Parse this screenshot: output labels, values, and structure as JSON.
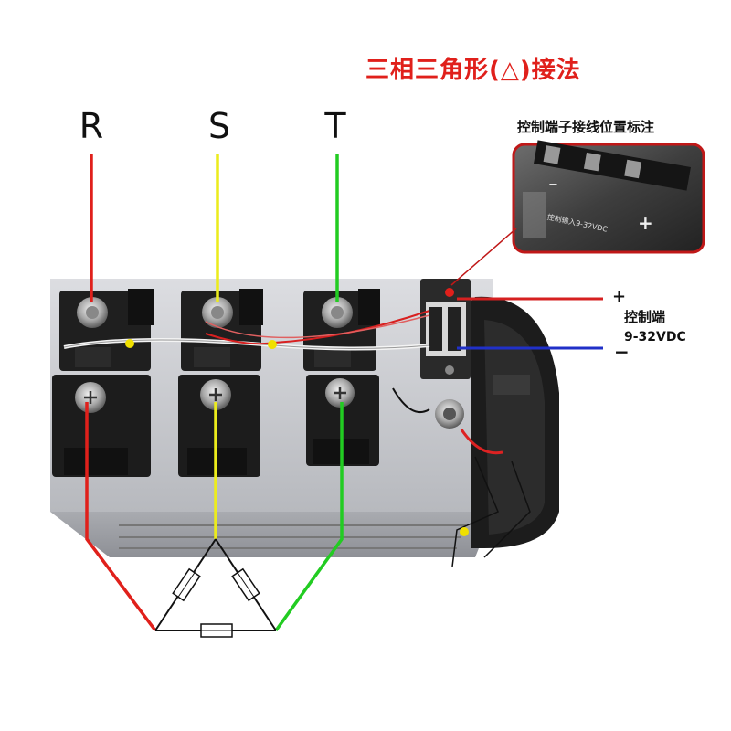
{
  "title": "三相三角形(△)接法",
  "phases": {
    "r": "R",
    "s": "S",
    "t": "T"
  },
  "callout": {
    "label": "控制端子接线位置标注",
    "inset_text": "控制输入9-32VDC",
    "minus": "−",
    "plus": "+"
  },
  "control": {
    "label": "控制端",
    "range": "9-32VDC",
    "plus": "+",
    "minus": "−"
  },
  "colors": {
    "title": "#e0201b",
    "r_wire": "#e0201b",
    "s_wire": "#ecec1c",
    "t_wire": "#22cc22",
    "control_plus": "#d62020",
    "control_minus": "#2030c8",
    "heatsink": "#c9cbd0",
    "module": "#1f1f1f"
  },
  "icons": [
    "relay-module-icon",
    "terminal-screw-icon",
    "control-terminal-block-icon",
    "fan-icon",
    "fuse-icon",
    "thermostat-icon"
  ]
}
